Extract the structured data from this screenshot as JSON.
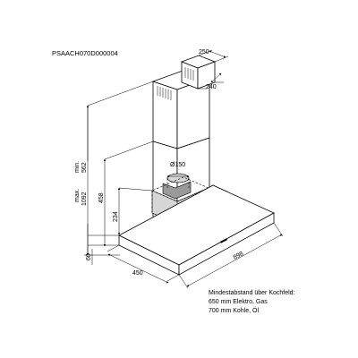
{
  "model_code": "PSAACH070D000004",
  "dimensions": {
    "chimney_width": "250",
    "chimney_depth": "240",
    "duct_diameter": "Ø150",
    "height_min_label": "min.",
    "height_min": "562",
    "height_max_label": "max.",
    "height_max": "1092",
    "height_458": "458",
    "height_234": "234",
    "canopy_thickness": "60",
    "hood_depth": "450",
    "hood_width": "898"
  },
  "note": {
    "line1": "Mindestabstand über Kochfeld:",
    "line2": "650 mm Elektro, Gas",
    "line3": "700 mm Kohle, Öl"
  }
}
